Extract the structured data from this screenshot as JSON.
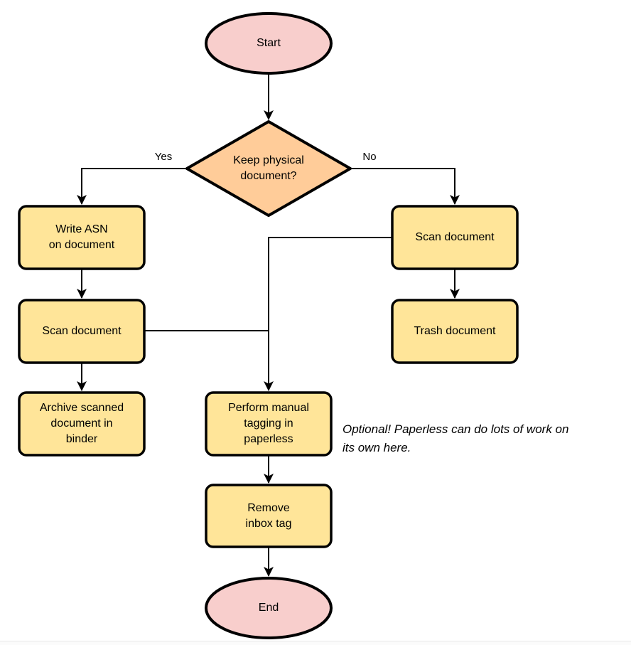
{
  "diagram": {
    "description": "Paperless document intake flowchart",
    "colors": {
      "terminal_fill": "#F8CECC",
      "decision_fill": "#FFCC99",
      "process_fill": "#FFE599",
      "stroke": "#000000",
      "background": "#FFFFFF"
    },
    "nodes": {
      "start": {
        "type": "terminal",
        "label": "Start"
      },
      "decision": {
        "type": "decision",
        "label": "Keep physical\ndocument?"
      },
      "write_asn": {
        "type": "process",
        "label": "Write ASN\non document"
      },
      "scan_left": {
        "type": "process",
        "label": "Scan document"
      },
      "archive": {
        "type": "process",
        "label": "Archive scanned\ndocument in\nbinder"
      },
      "scan_right": {
        "type": "process",
        "label": "Scan document"
      },
      "trash": {
        "type": "process",
        "label": "Trash document"
      },
      "tagging": {
        "type": "process",
        "label": "Perform manual\ntagging in\npaperless"
      },
      "remove_inbox": {
        "type": "process",
        "label": "Remove\ninbox tag"
      },
      "end": {
        "type": "terminal",
        "label": "End"
      }
    },
    "edge_labels": {
      "yes": "Yes",
      "no": "No"
    },
    "note": "Optional! Paperless can do lots of work on\nits own here."
  }
}
